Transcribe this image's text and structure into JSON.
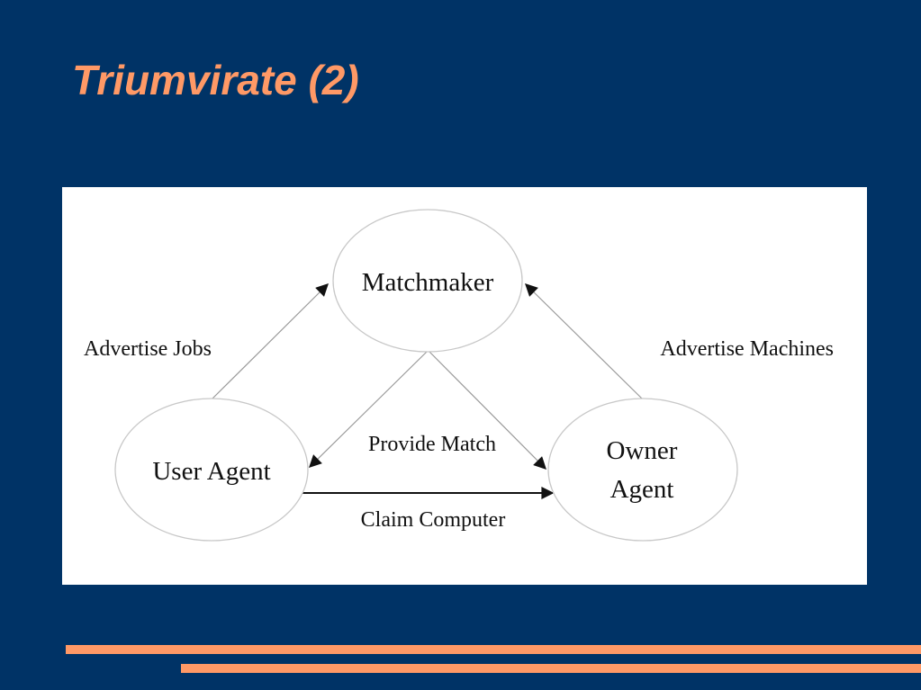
{
  "slide": {
    "title": "Triumvirate (2)"
  },
  "diagram": {
    "nodes": {
      "matchmaker": "Matchmaker",
      "user_agent": "User Agent",
      "owner_agent_line1": "Owner",
      "owner_agent_line2": "Agent"
    },
    "edges": {
      "advertise_jobs": "Advertise Jobs",
      "advertise_machines": "Advertise Machines",
      "provide_match": "Provide Match",
      "claim_computer": "Claim Computer"
    }
  },
  "colors": {
    "background": "#003366",
    "accent": "#ff9966",
    "panel": "#ffffff"
  }
}
